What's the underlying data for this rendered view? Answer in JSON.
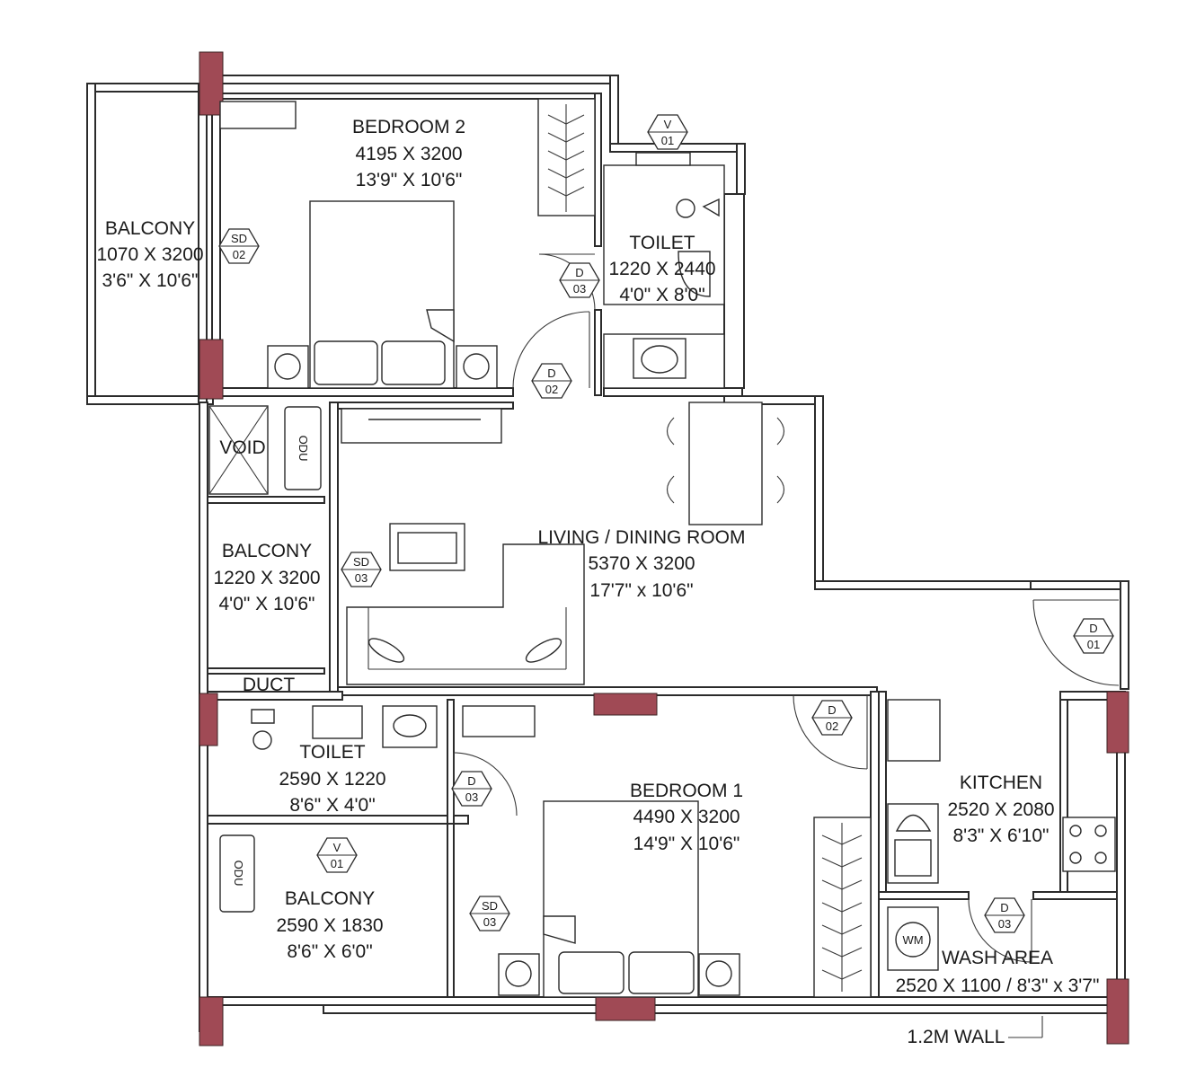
{
  "colors": {
    "column": "#a04a55",
    "wall": "#2b2b2b",
    "background": "#ffffff"
  },
  "rooms": {
    "bedroom2": {
      "name": "BEDROOM 2",
      "metric": "4195 X 3200",
      "imperial": "13'9\" X 10'6\""
    },
    "balcony_left": {
      "name": "BALCONY",
      "metric": "1070 X 3200",
      "imperial": "3'6\" X 10'6\""
    },
    "toilet_top": {
      "name": "TOILET",
      "metric": "1220 X 2440",
      "imperial": "4'0\" X 8'0\""
    },
    "void": {
      "name": "VOID"
    },
    "balcony_mid": {
      "name": "BALCONY",
      "metric": "1220 X 3200",
      "imperial": "4'0\" X 10'6\""
    },
    "living": {
      "name": "LIVING / DINING ROOM",
      "metric": "5370 X 3200",
      "imperial": "17'7\" x 10'6\""
    },
    "duct": {
      "name": "DUCT"
    },
    "toilet_bottom": {
      "name": "TOILET",
      "metric": "2590 X 1220",
      "imperial": "8'6\" X 4'0\""
    },
    "balcony_bottom": {
      "name": "BALCONY",
      "metric": "2590 X 1830",
      "imperial": "8'6\" X 6'0\""
    },
    "bedroom1": {
      "name": "BEDROOM 1",
      "metric": "4490 X 3200",
      "imperial": "14'9\" X 10'6\""
    },
    "kitchen": {
      "name": "KITCHEN",
      "metric": "2520 X 2080",
      "imperial": "8'3\" X 6'10\""
    },
    "wash_area": {
      "name": "WASH AREA",
      "dims": "2520 X 1100 / 8'3\" x 3'7\""
    }
  },
  "tags": {
    "v": "V",
    "d": "D",
    "sd": "SD",
    "n01": "01",
    "n02": "02",
    "n03": "03"
  },
  "appliances": {
    "odu": "ODU",
    "wm": "WM"
  },
  "notes": {
    "wall": "1.2M WALL"
  }
}
